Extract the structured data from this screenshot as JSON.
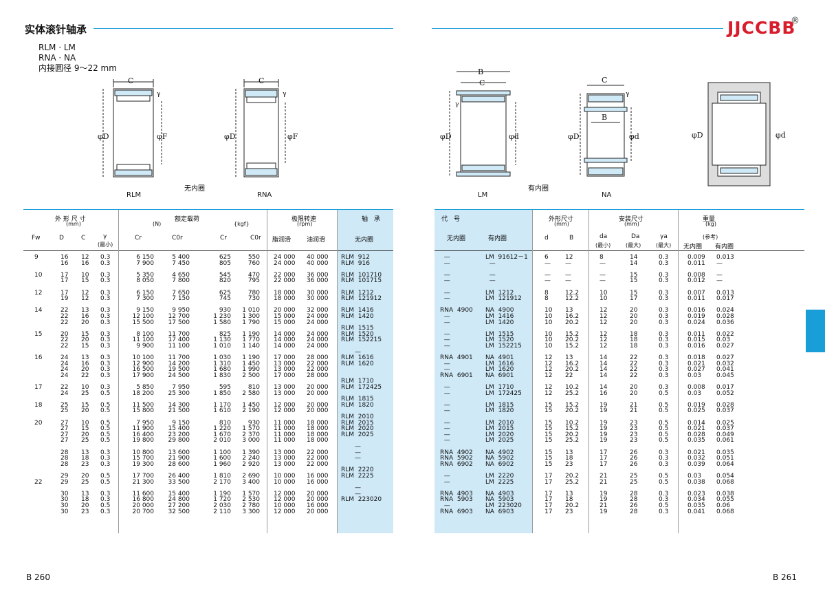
{
  "header": {
    "title": "实体滚针轴承",
    "logo": "JJCCBB",
    "reg": "®",
    "series": [
      "RLM · LM",
      "RNA · NA",
      "内接圆径  9～22 mm"
    ]
  },
  "figures": {
    "rlm_label": "RLM",
    "rna_label": "RNA",
    "lm_label": "LM",
    "na_label": "NA",
    "no_inner": "无内圈",
    "with_inner": "有内圈",
    "dim_C": "C",
    "dim_B": "B",
    "dim_D": "φD",
    "dim_Fw": "φF",
    "dim_d": "φd",
    "dim_Da": "φD",
    "dim_da": "φd",
    "gamma": "γ"
  },
  "left_table": {
    "h_dims": "外 形 尺 寸",
    "h_dims_unit": "(mm)",
    "h_load": "额定载荷",
    "h_load_n": "(N)",
    "h_load_kgf": "{kgf}",
    "h_speed": "极限转速",
    "h_speed_unit": "(rpm)",
    "h_bearing": "轴　承",
    "c_Fw": "Fw",
    "c_D": "D",
    "c_C": "C",
    "c_r": "γ",
    "c_rmin": "(最小)",
    "c_Cr": "Cr",
    "c_C0r": "C0r",
    "c_Cr2": "Cr",
    "c_C0r2": "C0r",
    "c_grease": "脂润滑",
    "c_oil": "油润滑",
    "c_noinner": "无内圈",
    "col_fw": "9\n\n\n10\n\n\n12\n\n\n14\n\n\n\n15\n\n\n\n16\n\n\n\n\n17\n\n\n18\n\n\n20\n\n\n\n\n\n\n\n\n\n22\n\n\n\n\n\n\n",
    "col_d": "16\n16\n\n17\n17\n\n17\n19\n\n22\n22\n22\n\n20\n22\n22\n\n24\n24\n24\n24\n\n22\n24\n\n25\n25\n\n27\n27\n27\n27\n\n28\n28\n28\n\n29\n29\n\n30\n30\n30\n30",
    "col_c": "12\n16\n\n10\n15\n\n12\n12\n\n13\n16\n20\n\n15\n20\n15\n\n13\n16\n20\n22\n\n10\n25\n\n15\n20\n\n10\n15\n20\n25\n\n13\n18\n23\n\n20\n25\n\n13\n18\n20\n23",
    "col_r": "0.3\n0.3\n\n0.3\n0.3\n\n0.3\n0.3\n\n0.3\n0.3\n0.3\n\n0.3\n0.3\n0.3\n\n0.3\n0.3\n0.3\n0.3\n\n0.3\n0.5\n\n0.5\n0.5\n\n0.5\n0.5\n0.5\n0.5\n\n0.3\n0.3\n0.3\n\n0.5\n0.5\n\n0.3\n0.3\n0.5\n0.3",
    "col_cr": "6 150\n7 900\n\n5 350\n8 050\n\n6 150\n7 300\n\n9 150\n12 100\n15 500\n\n8 100\n11 100\n9 900\n\n10 100\n12 900\n16 500\n17 900\n\n5 850\n18 200\n\n11 500\n15 800\n\n7 950\n11 900\n16 400\n19 800\n\n10 800\n15 700\n19 300\n\n17 700\n21 300\n\n11 600\n16 800\n20 000\n20 700",
    "col_c0r": "5 400\n7 450\n\n4 650\n7 800\n\n7 650\n7 150\n\n9 950\n12 700\n17 500\n\n11 700\n17 400\n11 100\n\n11 700\n14 200\n19 500\n24 500\n\n7 950\n25 300\n\n14 300\n21 500\n\n9 150\n15 400\n23 200\n29 800\n\n13 600\n21 900\n28 600\n\n26 400\n33 500\n\n15 400\n24 800\n27 200\n32 500",
    "col_crk": "625\n805\n\n545\n820\n\n625\n745\n\n930\n1 230\n1 580\n\n825\n1 130\n1 010\n\n1 030\n1 310\n1 680\n1 830\n\n595\n1 850\n\n1 170\n1 610\n\n810\n1 220\n1 670\n2 010\n\n1 100\n1 600\n1 960\n\n1 810\n2 170\n\n1 190\n1 720\n2 030\n2 110",
    "col_c0rk": "550\n760\n\n470\n795\n\n780\n730\n\n1 010\n1 300\n1 790\n\n1 190\n1 770\n1 140\n\n1 190\n1 450\n1 990\n2 500\n\n810\n2 580\n\n1 450\n2 190\n\n930\n1 570\n2 370\n3 000\n\n1 390\n2 240\n2 920\n\n2 690\n3 400\n\n1 570\n2 530\n2 780\n3 300",
    "col_grease": "24 000\n24 000\n\n22 000\n22 000\n\n18 000\n18 000\n\n20 000\n15 000\n15 000\n\n14 000\n14 000\n14 000\n\n17 000\n13 000\n13 000\n17 000\n\n13 000\n13 000\n\n12 000\n12 000\n\n11 000\n11 000\n11 000\n11 000\n\n13 000\n13 000\n13 000\n\n10 000\n10 000\n\n12 000\n12 000\n10 000\n12 000",
    "col_oil": "40 000\n40 000\n\n36 000\n36 000\n\n30 000\n30 000\n\n32 000\n24 000\n24 000\n\n24 000\n24 000\n24 000\n\n28 000\n22 000\n22 000\n28 000\n\n20 000\n20 000\n\n20 000\n20 000\n\n18 000\n18 000\n18 000\n18 000\n\n22 000\n22 000\n22 000\n\n16 000\n16 000\n\n20 000\n20 000\n16 000\n20 000",
    "col_bearing": "RLM  912\nRLM  916\n\nRLM  101710\nRLM  101715\n\nRLM  1212\nRLM  121912\n\nRLM  1416\nRLM  1420\n\nRLM  1515\nRLM  1520\nRLM  152215\n\n       —\nRLM  1616\nRLM  1620\n\n\nRLM  1710\nRLM  172425\n\nRLM  1815\nRLM  1820\n\nRLM  2010\nRLM  2015\nRLM  2020\nRLM  2025\n\n       —\n       —\n       —\n\nRLM  2220\nRLM  2225\n\n       —\n       —\nRLM  223020\n"
  },
  "right_table": {
    "h_code": "代　号",
    "h_dims": "外形尺寸",
    "h_dims_unit": "(mm)",
    "h_mount": "安装尺寸",
    "h_mount_unit": "(mm)",
    "h_weight": "重量",
    "h_weight_unit": "(kg)",
    "c_noinner": "无内圈",
    "c_inner": "有内圈",
    "c_d": "d",
    "c_B": "B",
    "c_da": "da",
    "c_Da": "Da",
    "c_ra": "γa",
    "c_min": "(最小)",
    "c_max": "(最大)",
    "c_max2": "(最大)",
    "c_ref": "(参考)",
    "c_w_no": "无内圈",
    "c_w_in": "有内圈",
    "col_noinner": "  —\n  —\n\n  —\n  —\n\n  —\n  —\n\nRNA  4900\n  —\n  —\n\n  —\n  —\n  —\n\nRNA  4901\n  —\n  —\nRNA  6901\n\n  —\n  —\n\n  —\n  —\n\n  —\n  —\n  —\n  —\n\nRNA  4902\nRNA  5902\nRNA  6902\n\n  —\n  —\n\nRNA  4903\nRNA  5903\n  —\nRNA  6903",
    "col_inner": "LM  91612－1\n  —\n\n  —\n  —\n\nLM  1212\nLM  121912\n\nNA  4900\nLM  1416\nLM  1420\n\nLM  1515\nLM  1520\nLM  152215\n\nNA  4901\nLM  1616\nLM  1620\nNA  6901\n\nLM  1710\nLM  172425\n\nLM  1815\nLM  1820\n\nLM  2010\nLM  2015\nLM  2020\nLM  2025\n\nNA  4902\nNA  5902\nNA  6902\n\nLM  2220\nLM  2225\n\nNA  4903\nNA  5903\nLM  223020\nNA  6903",
    "col_d": "6\n—\n\n—\n—\n\n8\n8\n\n10\n10\n10\n\n10\n10\n10\n\n12\n12\n12\n12\n\n12\n12\n\n15\n15\n\n15\n15\n15\n15\n\n15\n15\n15\n\n17\n17\n\n17\n17\n17\n17",
    "col_b": "12\n—\n\n—\n—\n\n12.2\n12.2\n\n13\n16.2\n20.2\n\n15.2\n20.2\n15.2\n\n13\n16.2\n20.2\n22\n\n10.2\n25.2\n\n15.2\n20.2\n\n10.2\n15.2\n20.2\n25.2\n\n13\n18\n23\n\n20.2\n25.2\n\n13\n18\n20.2\n23",
    "col_da": "8\n—\n\n—\n—\n\n10\n10\n\n12\n12\n12\n\n12\n12\n12\n\n14\n14\n14\n14\n\n14\n16\n\n19\n19\n\n19\n19\n19\n19\n\n17\n17\n17\n\n21\n21\n\n19\n19\n21\n19",
    "col_Da": "14\n14\n\n15\n15\n\n15\n17\n\n20\n20\n20\n\n18\n18\n18\n\n22\n22\n22\n22\n\n20\n20\n\n21\n21\n\n23\n23\n23\n23\n\n26\n26\n26\n\n25\n25\n\n28\n28\n26\n28",
    "col_ra": "0.3\n0.3\n\n0.3\n0.3\n\n0.3\n0.3\n\n0.3\n0.3\n0.3\n\n0.3\n0.3\n0.3\n\n0.3\n0.3\n0.3\n0.3\n\n0.3\n0.5\n\n0.5\n0.5\n\n0.5\n0.5\n0.5\n0.5\n\n0.3\n0.3\n0.3\n\n0.5\n0.5\n\n0.3\n0.3\n0.5\n0.3",
    "col_wno": "0.009\n0.011\n\n0.008\n0.012\n\n0.007\n0.011\n\n0.016\n0.019\n0.024\n\n0.011\n0.015\n0.016\n\n0.018\n0.021\n0.027\n0.03\n\n0.008\n0.03\n\n0.019\n0.025\n\n0.014\n0.021\n0.028\n0.035\n\n0.021\n0.032\n0.039\n\n0.03\n0.038\n\n0.023\n0.034\n0.035\n0.041",
    "col_win": "0.013\n—\n\n—\n—\n\n0.013\n0.017\n\n0.024\n0.028\n0.036\n\n0.022\n0.03\n0.027\n\n0.027\n0.032\n0.041\n0.045\n\n0.017\n0.052\n\n0.028\n0.037\n\n0.025\n0.037\n0.049\n0.061\n\n0.035\n0.051\n0.064\n\n0.054\n0.068\n\n0.038\n0.055\n0.06\n0.068"
  },
  "footer": {
    "left_page": "B  260",
    "right_page": "B  261"
  },
  "colors": {
    "accent": "#1a9ed8",
    "highlight": "#cfe9f7",
    "logo": "#d81e2c"
  }
}
